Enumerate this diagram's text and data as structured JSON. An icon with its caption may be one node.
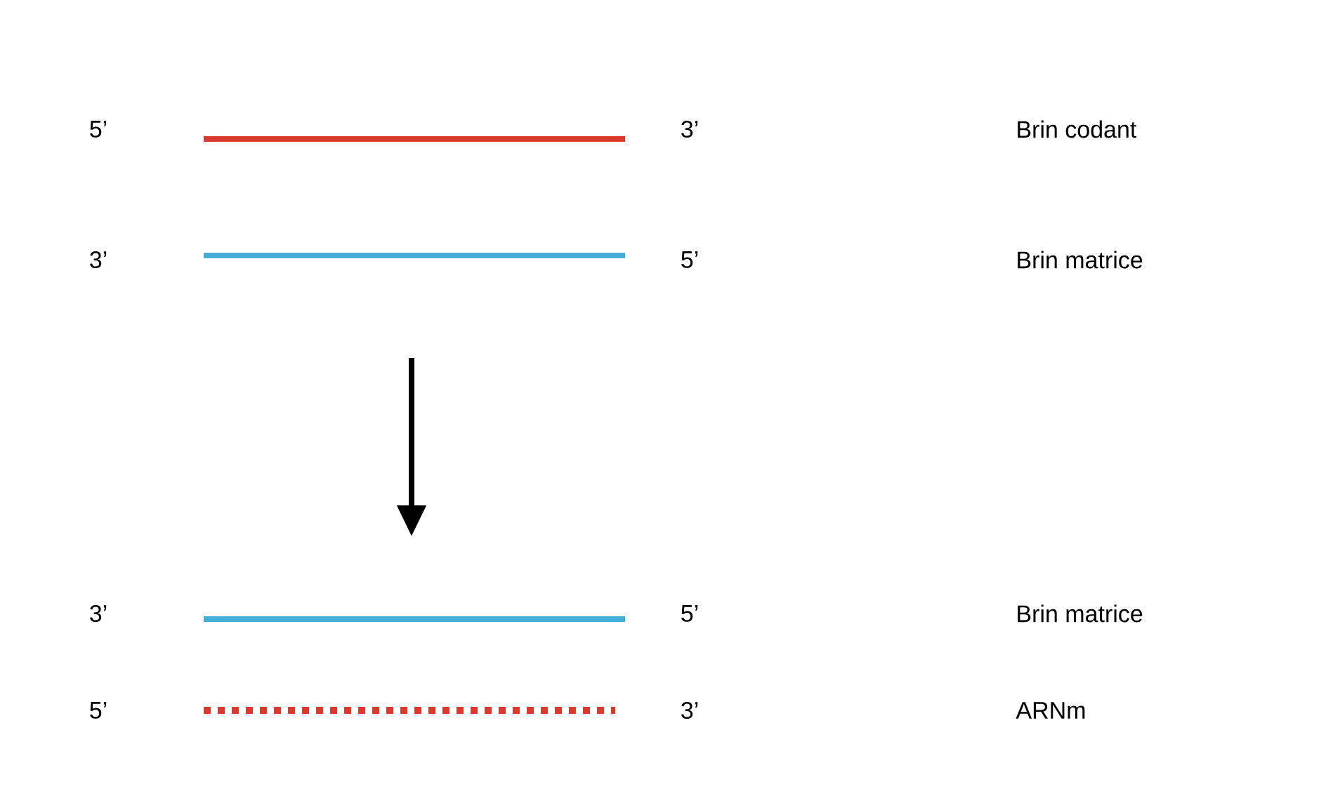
{
  "diagram": {
    "labels": [
      "5’",
      "3’",
      "Brin codant",
      "3’",
      "5’",
      "Brin matrice",
      "3’",
      "5’",
      "Brin matrice",
      "5’",
      "3’",
      "ARNm"
    ]
  }
}
